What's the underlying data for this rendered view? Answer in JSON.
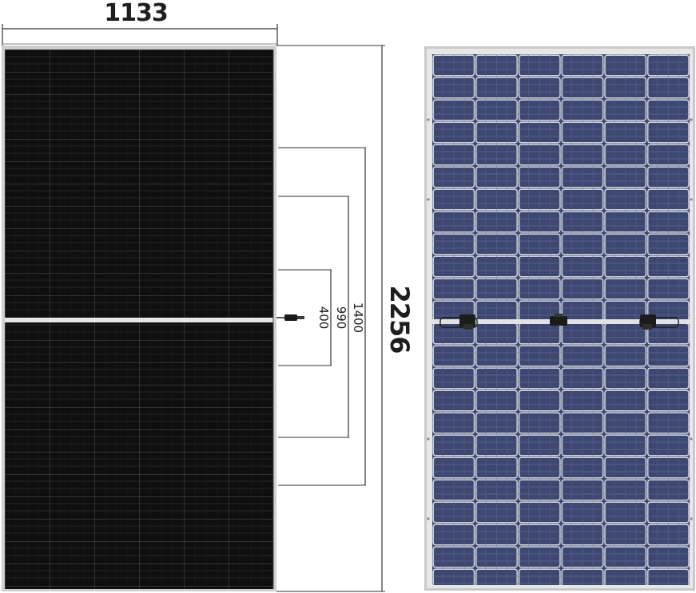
{
  "diagram": {
    "width_label": "1133",
    "height_label": "2256",
    "cable_lengths": [
      "1400",
      "990",
      "400"
    ],
    "front_panel": {
      "cell_columns": 6,
      "cell_rows_per_half": 12,
      "cell_color": "#101010",
      "grid_color": "#555555",
      "frame_color": "#d9d9d9"
    },
    "back_panel": {
      "cell_columns": 6,
      "cell_rows_per_half": 12,
      "cell_color": "#3d4771",
      "grid_color": "#d4d6dc",
      "frame_color": "#c9c9c9",
      "junction_boxes": 3
    }
  }
}
